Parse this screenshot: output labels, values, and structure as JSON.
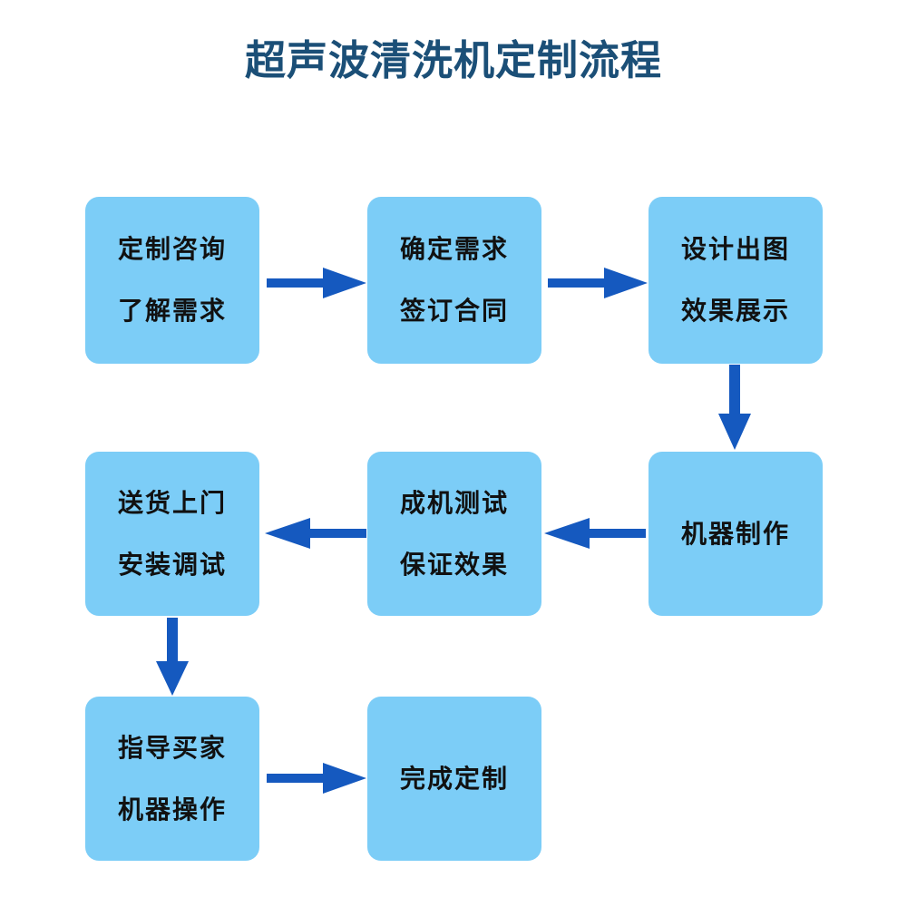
{
  "page": {
    "title": "超声波清洗机定制流程",
    "background_color": "#ffffff",
    "title_color": "#1b4f77",
    "node_fill_color": "#7ccdf7",
    "node_text_color": "#111111",
    "arrow_color": "#1559bf"
  },
  "nodes": [
    {
      "id": "node-1",
      "lines": [
        "定制咨询",
        "了解需求"
      ]
    },
    {
      "id": "node-2",
      "lines": [
        "确定需求",
        "签订合同"
      ]
    },
    {
      "id": "node-3",
      "lines": [
        "设计出图",
        "效果展示"
      ]
    },
    {
      "id": "node-4",
      "lines": [
        "送货上门",
        "安装调试"
      ]
    },
    {
      "id": "node-5",
      "lines": [
        "成机测试",
        "保证效果"
      ]
    },
    {
      "id": "node-6",
      "lines": [
        "机器制作"
      ]
    },
    {
      "id": "node-7",
      "lines": [
        "指导买家",
        "机器操作"
      ]
    },
    {
      "id": "node-8",
      "lines": [
        "完成定制"
      ]
    }
  ],
  "arrows": [
    {
      "id": "arrow-1",
      "direction": "right",
      "from": "node-1",
      "to": "node-2"
    },
    {
      "id": "arrow-2",
      "direction": "right",
      "from": "node-2",
      "to": "node-3"
    },
    {
      "id": "arrow-3",
      "direction": "down",
      "from": "node-3",
      "to": "node-6"
    },
    {
      "id": "arrow-4",
      "direction": "left",
      "from": "node-6",
      "to": "node-5"
    },
    {
      "id": "arrow-5",
      "direction": "left",
      "from": "node-5",
      "to": "node-4"
    },
    {
      "id": "arrow-6",
      "direction": "down",
      "from": "node-4",
      "to": "node-7"
    },
    {
      "id": "arrow-7",
      "direction": "right",
      "from": "node-7",
      "to": "node-8"
    }
  ]
}
